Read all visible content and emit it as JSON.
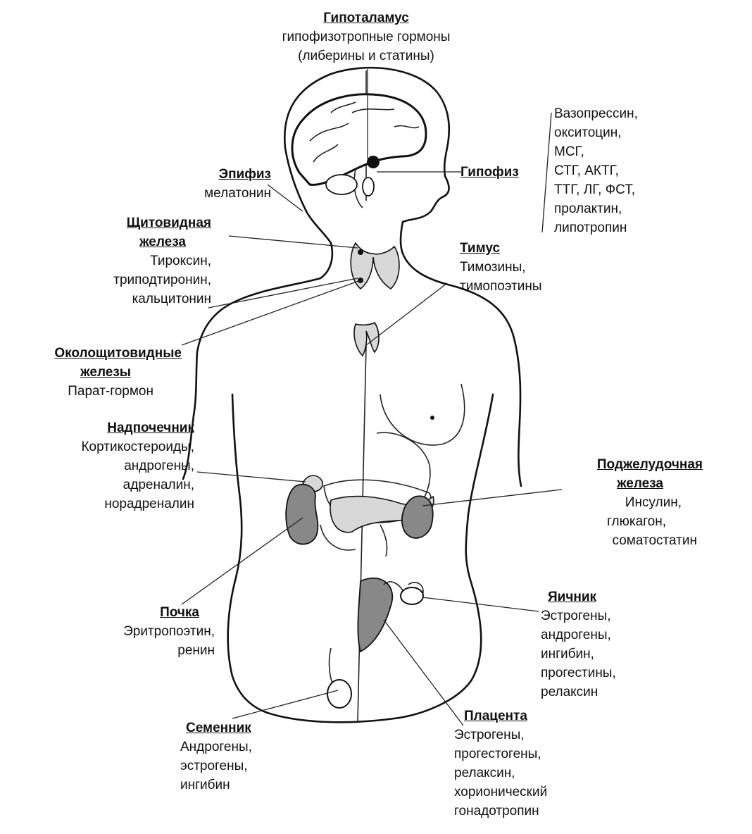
{
  "labels": {
    "hypothalamus": {
      "title": "Гипоталамус",
      "lines": [
        "гипофизотропные гормоны",
        "(либерины и статины)"
      ]
    },
    "pituitary": {
      "title": "Гипофиз",
      "lines": []
    },
    "pituitary_hormones": {
      "lines": [
        "Вазопрессин,",
        "окситоцин,",
        "МСГ,",
        "СТГ, АКТГ,",
        "ТТГ, ЛГ, ФСТ,",
        "пролактин,",
        "липотропин"
      ]
    },
    "epiphysis": {
      "title": "Эпифиз",
      "lines": [
        "мелатонин"
      ]
    },
    "thyroid": {
      "title": "Щитовидная",
      "title2": "железа",
      "lines": [
        "Тироксин,",
        "триподтиронин,",
        "кальцитонин"
      ]
    },
    "thymus": {
      "title": "Тимус",
      "lines": [
        "Тимозины,",
        "тимопоэтины"
      ]
    },
    "parathyroid": {
      "title": "Околощитовидные",
      "title2": "железы",
      "lines": [
        "Парат-гормон"
      ]
    },
    "adrenal": {
      "title": "Надпочечник",
      "lines": [
        "Кортикостероиды,",
        "андрогены,",
        "адреналин,",
        "норадреналин"
      ]
    },
    "pancreas": {
      "title": "Поджелудочная",
      "title2": "железа",
      "lines": [
        "Инсулин,",
        "глюкагон,",
        "соматостатин"
      ]
    },
    "kidney": {
      "title": "Почка",
      "lines": [
        "Эритропоэтин,",
        "ренин"
      ]
    },
    "ovary": {
      "title": "Яичник",
      "lines": [
        "Эстрогены,",
        "андрогены,",
        "ингибин,",
        "прогестины,",
        "релаксин"
      ]
    },
    "testis": {
      "title": "Семенник",
      "lines": [
        "Андрогены,",
        "эстрогены,",
        "ингибин"
      ]
    },
    "placenta": {
      "title": "Плацента",
      "lines": [
        "Эстрогены,",
        "прогестогены,",
        "релаксин,",
        "хорионический",
        "гонадотропин"
      ]
    }
  }
}
